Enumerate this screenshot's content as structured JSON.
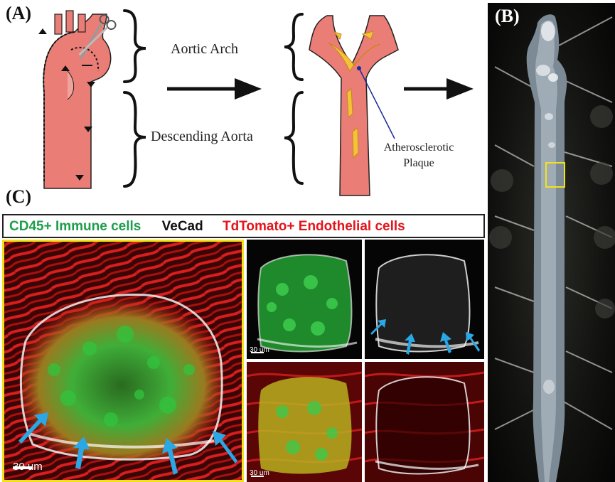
{
  "panels": {
    "a_letter": "(A)",
    "b_letter": "(B)",
    "c_letter": "(C)"
  },
  "labels": {
    "aortic_arch": "Aortic Arch",
    "descending_aorta": "Descending Aorta",
    "plaque_line1": "Atherosclerotic",
    "plaque_line2": "Plaque"
  },
  "legend": {
    "green": "CD45+ Immune cells",
    "white": "VeCad",
    "red": "TdTomato+ Endothelial cells"
  },
  "scale_bars": {
    "main": "30 um",
    "small_1": "30 um",
    "small_2": "30 um"
  },
  "colors": {
    "aorta_fill": "#ea7d75",
    "plaque": "#f5c13c",
    "green_channel": "#2bd14a",
    "red_channel": "#d81e1e",
    "arrow_blue": "#2aa7e4",
    "roi_yellow": "#f2e21a",
    "legend_green": "#1d9e4c",
    "legend_red": "#e4141b"
  },
  "icons": [
    "scissors-icon",
    "right-arrow-icon",
    "curly-brace-icon",
    "blue-arrow-icon"
  ]
}
